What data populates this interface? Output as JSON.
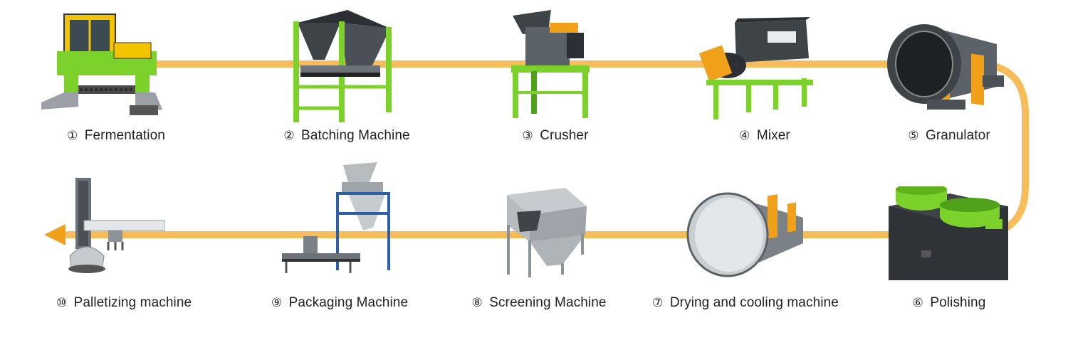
{
  "colors": {
    "flow_line": "#f6bd5a",
    "machine_green": "#7cd12a",
    "dark_green": "#4fa21a",
    "steel_dark": "#3e4347",
    "steel_mid": "#6b7278",
    "steel_light": "#b8bec2",
    "accent_orange": "#f0a019",
    "yellow": "#f5c400"
  },
  "steps": [
    {
      "number": "①",
      "label": "Fermentation",
      "icon": "compost-turner-icon"
    },
    {
      "number": "②",
      "label": "Batching Machine",
      "icon": "batching-hopper-icon"
    },
    {
      "number": "③",
      "label": "Crusher",
      "icon": "crusher-icon"
    },
    {
      "number": "④",
      "label": "Mixer",
      "icon": "mixer-icon"
    },
    {
      "number": "⑤",
      "label": "Granulator",
      "icon": "rotary-drum-granulator-icon"
    },
    {
      "number": "⑥",
      "label": "Polishing",
      "icon": "polishing-machine-icon"
    },
    {
      "number": "⑦",
      "label": "Drying and cooling machine",
      "icon": "rotary-dryer-icon"
    },
    {
      "number": "⑧",
      "label": "Screening Machine",
      "icon": "drum-screener-icon"
    },
    {
      "number": "⑨",
      "label": "Packaging Machine",
      "icon": "packaging-scale-icon"
    },
    {
      "number": "⑩",
      "label": "Palletizing machine",
      "icon": "palletizer-arm-icon"
    }
  ]
}
